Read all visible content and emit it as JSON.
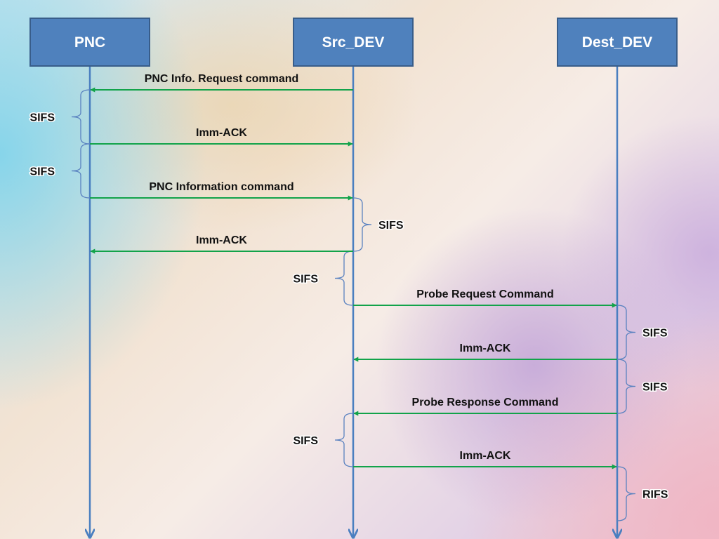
{
  "participants": [
    {
      "id": "pnc",
      "label": "PNC"
    },
    {
      "id": "src",
      "label": "Src_DEV"
    },
    {
      "id": "dest",
      "label": "Dest_DEV"
    }
  ],
  "messages": [
    {
      "from": "src",
      "to": "pnc",
      "label": "PNC Info. Request command"
    },
    {
      "from": "pnc",
      "to": "src",
      "label": "Imm-ACK"
    },
    {
      "from": "pnc",
      "to": "src",
      "label": "PNC Information command"
    },
    {
      "from": "src",
      "to": "pnc",
      "label": "Imm-ACK"
    },
    {
      "from": "src",
      "to": "dest",
      "label": "Probe Request Command"
    },
    {
      "from": "dest",
      "to": "src",
      "label": "Imm-ACK"
    },
    {
      "from": "dest",
      "to": "src",
      "label": "Probe Response Command"
    },
    {
      "from": "src",
      "to": "dest",
      "label": "Imm-ACK"
    }
  ],
  "intervals": [
    {
      "at": "pnc",
      "side": "left",
      "between": [
        0,
        1
      ],
      "label": "SIFS"
    },
    {
      "at": "pnc",
      "side": "left",
      "between": [
        1,
        2
      ],
      "label": "SIFS"
    },
    {
      "at": "src",
      "side": "right",
      "between": [
        2,
        3
      ],
      "label": "SIFS"
    },
    {
      "at": "src",
      "side": "left",
      "between": [
        3,
        4
      ],
      "label": "SIFS"
    },
    {
      "at": "dest",
      "side": "right",
      "between": [
        4,
        5
      ],
      "label": "SIFS"
    },
    {
      "at": "dest",
      "side": "right",
      "between": [
        5,
        6
      ],
      "label": "SIFS"
    },
    {
      "at": "src",
      "side": "left",
      "between": [
        6,
        7
      ],
      "label": "SIFS"
    },
    {
      "at": "dest",
      "side": "right",
      "between": [
        7,
        "end"
      ],
      "label": "RIFS"
    }
  ],
  "colors": {
    "header_fill": "#4f81bd",
    "lifeline": "#4a7fc0",
    "message_arrow": "#12a34a",
    "brace": "#5a82c0"
  }
}
